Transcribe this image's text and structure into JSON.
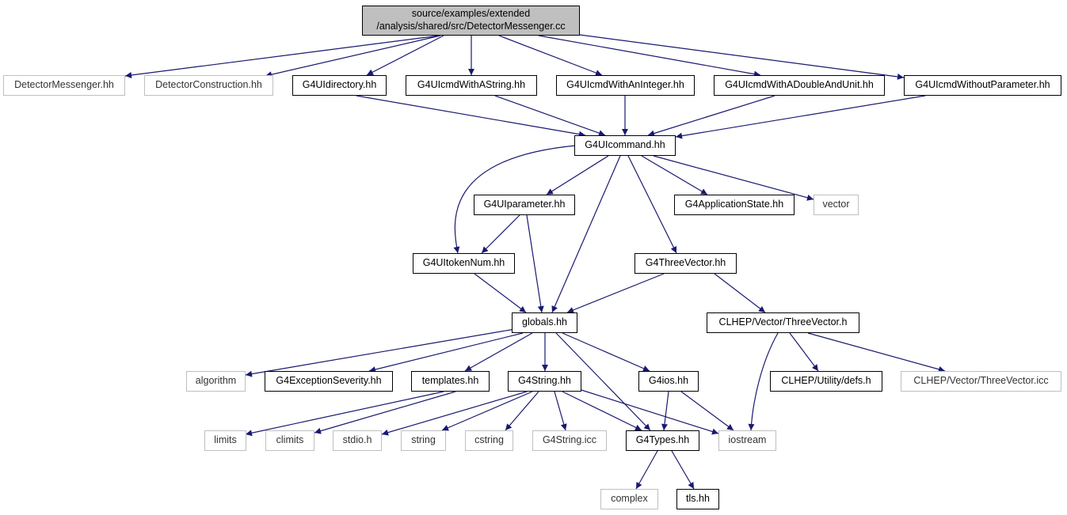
{
  "colors": {
    "edge": "#191970",
    "node_border": "#000000",
    "external_border": "#bfbfbf",
    "root_fill": "#bfbfbf"
  },
  "root": {
    "line1": "source/examples/extended",
    "line2": "/analysis/shared/src/DetectorMessenger.cc"
  },
  "nodes": {
    "detector_messenger_hh": "DetectorMessenger.hh",
    "detector_construction_hh": "DetectorConstruction.hh",
    "g4uidirectory_hh": "G4UIdirectory.hh",
    "g4uicmdwithastring_hh": "G4UIcmdWithAString.hh",
    "g4uicmdwithaninteger_hh": "G4UIcmdWithAnInteger.hh",
    "g4uicmdwithadoubleandunit_hh": "G4UIcmdWithADoubleAndUnit.hh",
    "g4uicmdwithoutparameter_hh": "G4UIcmdWithoutParameter.hh",
    "g4uicommand_hh": "G4UIcommand.hh",
    "g4uiparameter_hh": "G4UIparameter.hh",
    "g4applicationstate_hh": "G4ApplicationState.hh",
    "vector": "vector",
    "g4uitokennum_hh": "G4UItokenNum.hh",
    "g4threevector_hh": "G4ThreeVector.hh",
    "globals_hh": "globals.hh",
    "clhep_threevector_h": "CLHEP/Vector/ThreeVector.h",
    "algorithm": "algorithm",
    "g4exceptionseverity_hh": "G4ExceptionSeverity.hh",
    "templates_hh": "templates.hh",
    "g4string_hh": "G4String.hh",
    "g4ios_hh": "G4ios.hh",
    "clhep_defs_h": "CLHEP/Utility/defs.h",
    "clhep_threevector_icc": "CLHEP/Vector/ThreeVector.icc",
    "limits": "limits",
    "climits": "climits",
    "stdio_h": "stdio.h",
    "string": "string",
    "cstring": "cstring",
    "g4string_icc": "G4String.icc",
    "g4types_hh": "G4Types.hh",
    "iostream": "iostream",
    "complex": "complex",
    "tls_hh": "tls.hh"
  }
}
